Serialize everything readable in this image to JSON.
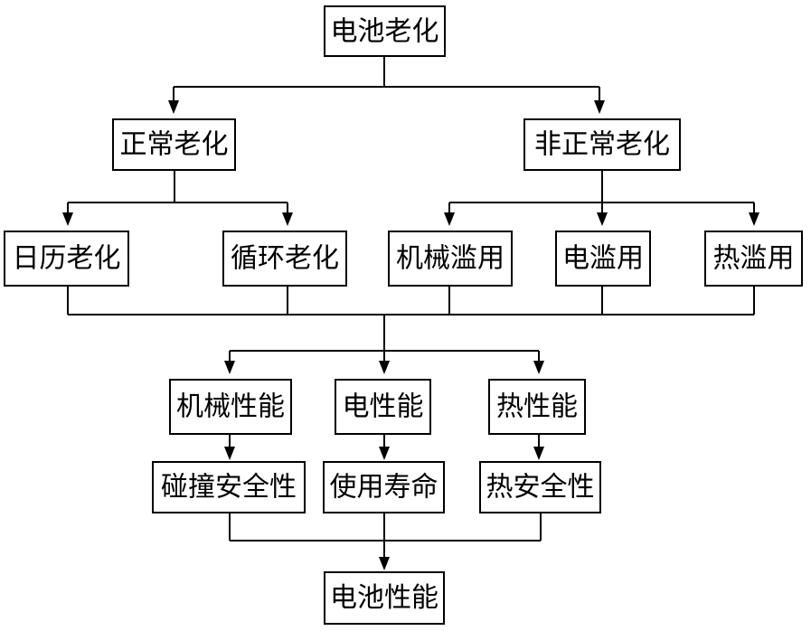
{
  "nodes": {
    "battery_aging": "电池老化",
    "normal_aging": "正常老化",
    "abnormal_aging": "非正常老化",
    "calendar_aging": "日历老化",
    "cycle_aging": "循环老化",
    "mechanical_abuse": "机械滥用",
    "electrical_abuse": "电滥用",
    "thermal_abuse": "热滥用",
    "mechanical_performance": "机械性能",
    "electrical_performance": "电性能",
    "thermal_performance": "热性能",
    "crash_safety": "碰撞安全性",
    "service_life": "使用寿命",
    "thermal_safety": "热安全性",
    "battery_performance": "电池性能"
  },
  "colors": {
    "line": "#000000",
    "box_fill": "#ffffff",
    "text": "#000000"
  }
}
